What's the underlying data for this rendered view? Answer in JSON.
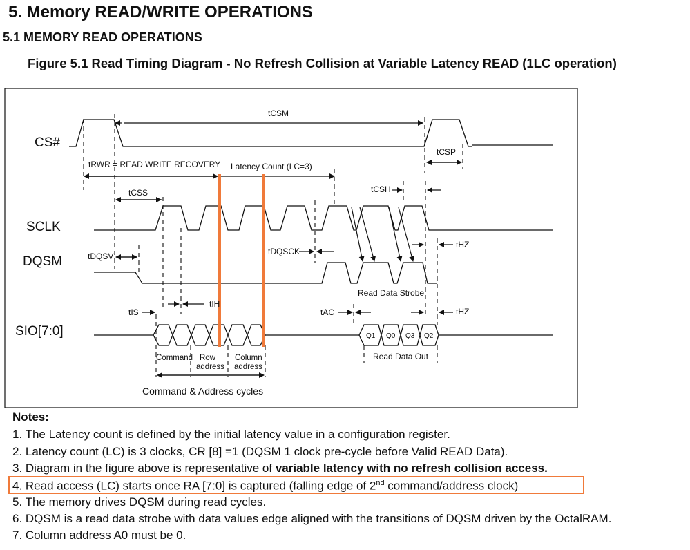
{
  "header": {
    "section_title": "5.  Memory READ/WRITE OPERATIONS",
    "subsection_title": "5.1 MEMORY READ OPERATIONS",
    "figure_caption": "Figure 5.1 Read Timing Diagram - No Refresh Collision at Variable Latency READ (1LC operation)"
  },
  "diagram": {
    "signals": {
      "cs": "CS#",
      "sclk": "SCLK",
      "dqsm": "DQSM",
      "sio": "SIO[7:0]"
    },
    "timing": {
      "tcsm": "tCSM",
      "tcsp": "tCSP",
      "trwr": "tRWR = READ WRITE RECOVERY",
      "latency": "Latency Count (LC=3)",
      "tcss": "tCSS",
      "tcsh": "tCSH",
      "tdqsv": "tDQSV",
      "tdqsck": "tDQSCK",
      "thz1": "tHZ",
      "thz2": "tHZ",
      "tis": "tIS",
      "tih": "tIH",
      "tac": "tAC"
    },
    "labels": {
      "read_data_strobe": "Read Data Strobe",
      "read_data_out": "Read Data Out",
      "command": "Command",
      "row_address_1": "Row",
      "row_address_2": "address",
      "column_address_1": "Column",
      "column_address_2": "address",
      "cmd_addr_cycles": "Command & Address cycles"
    },
    "data_bytes": [
      "Q1",
      "Q0",
      "Q3",
      "Q2"
    ],
    "highlight_color": "#f07a3a"
  },
  "notes": {
    "title": "Notes:",
    "items": [
      {
        "text": "1. The Latency count is defined by the initial latency value in a configuration register."
      },
      {
        "text": "2. Latency count (LC) is 3 clocks, CR [8] =1 (DQSM 1 clock pre-cycle before Valid READ Data)."
      },
      {
        "prefix": "3. Diagram in the figure above is representative of ",
        "bold": "variable latency with no refresh collision access."
      },
      {
        "prefix": "4. Read access (LC) starts once RA [7:0] is captured (falling edge of 2",
        "sup": "nd",
        "suffix": " command/address clock)"
      },
      {
        "text": "5. The memory drives DQSM during read cycles."
      },
      {
        "text": "6. DQSM is a read data strobe with data values edge aligned with the transitions of DQSM driven by the OctalRAM."
      },
      {
        "text": "7. Column address A0 must be 0."
      }
    ]
  }
}
